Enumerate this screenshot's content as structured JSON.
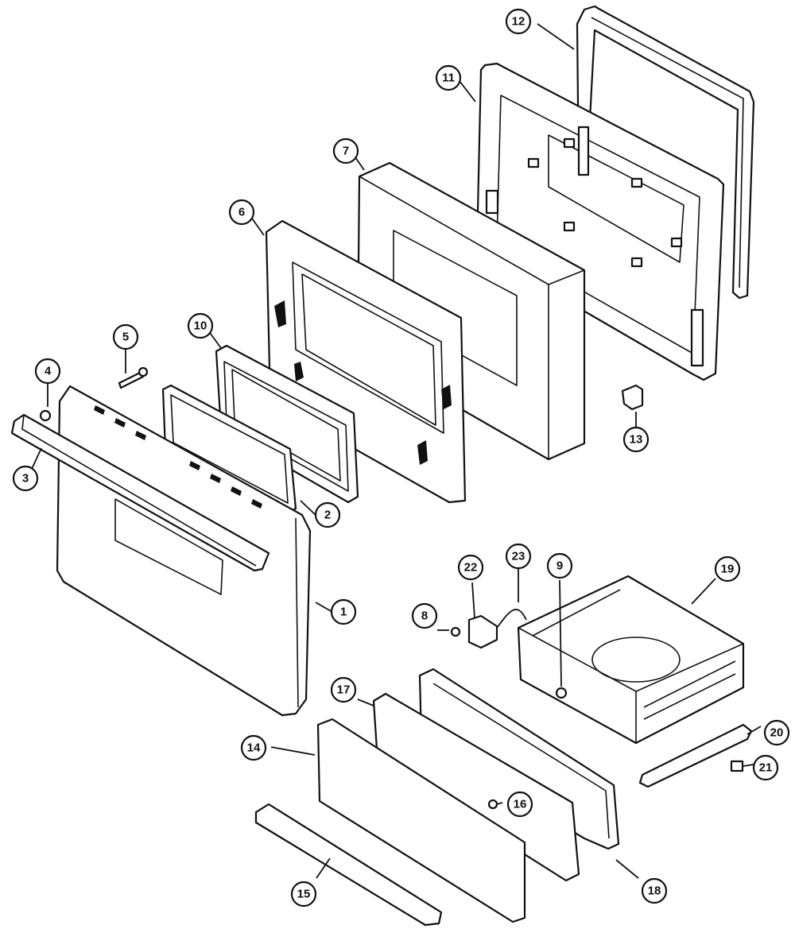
{
  "callouts": [
    {
      "id": "1",
      "label": "1"
    },
    {
      "id": "2",
      "label": "2"
    },
    {
      "id": "3",
      "label": "3"
    },
    {
      "id": "4",
      "label": "4"
    },
    {
      "id": "5",
      "label": "5"
    },
    {
      "id": "6",
      "label": "6"
    },
    {
      "id": "7",
      "label": "7"
    },
    {
      "id": "8",
      "label": "8"
    },
    {
      "id": "9",
      "label": "9"
    },
    {
      "id": "10",
      "label": "10"
    },
    {
      "id": "11",
      "label": "11"
    },
    {
      "id": "12",
      "label": "12"
    },
    {
      "id": "13",
      "label": "13"
    },
    {
      "id": "14",
      "label": "14"
    },
    {
      "id": "15",
      "label": "15"
    },
    {
      "id": "16",
      "label": "16"
    },
    {
      "id": "17",
      "label": "17"
    },
    {
      "id": "18",
      "label": "18"
    },
    {
      "id": "19",
      "label": "19"
    },
    {
      "id": "20",
      "label": "20"
    },
    {
      "id": "21",
      "label": "21"
    },
    {
      "id": "22",
      "label": "22"
    },
    {
      "id": "23",
      "label": "23"
    }
  ]
}
